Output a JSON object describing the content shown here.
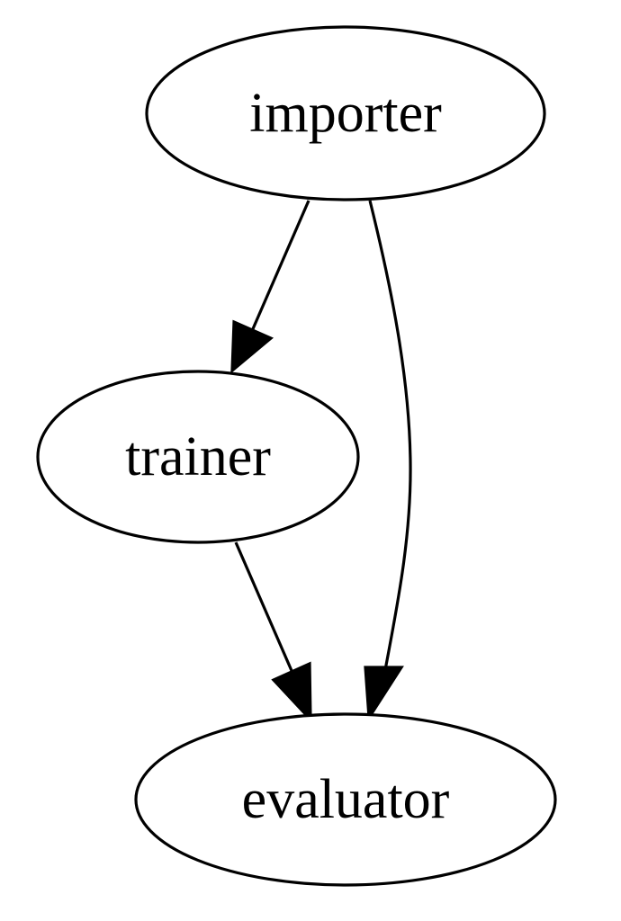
{
  "graph": {
    "nodes": [
      {
        "id": "importer",
        "label": "importer"
      },
      {
        "id": "trainer",
        "label": "trainer"
      },
      {
        "id": "evaluator",
        "label": "evaluator"
      }
    ],
    "edges": [
      {
        "from": "importer",
        "to": "trainer"
      },
      {
        "from": "importer",
        "to": "evaluator"
      },
      {
        "from": "trainer",
        "to": "evaluator"
      }
    ]
  }
}
